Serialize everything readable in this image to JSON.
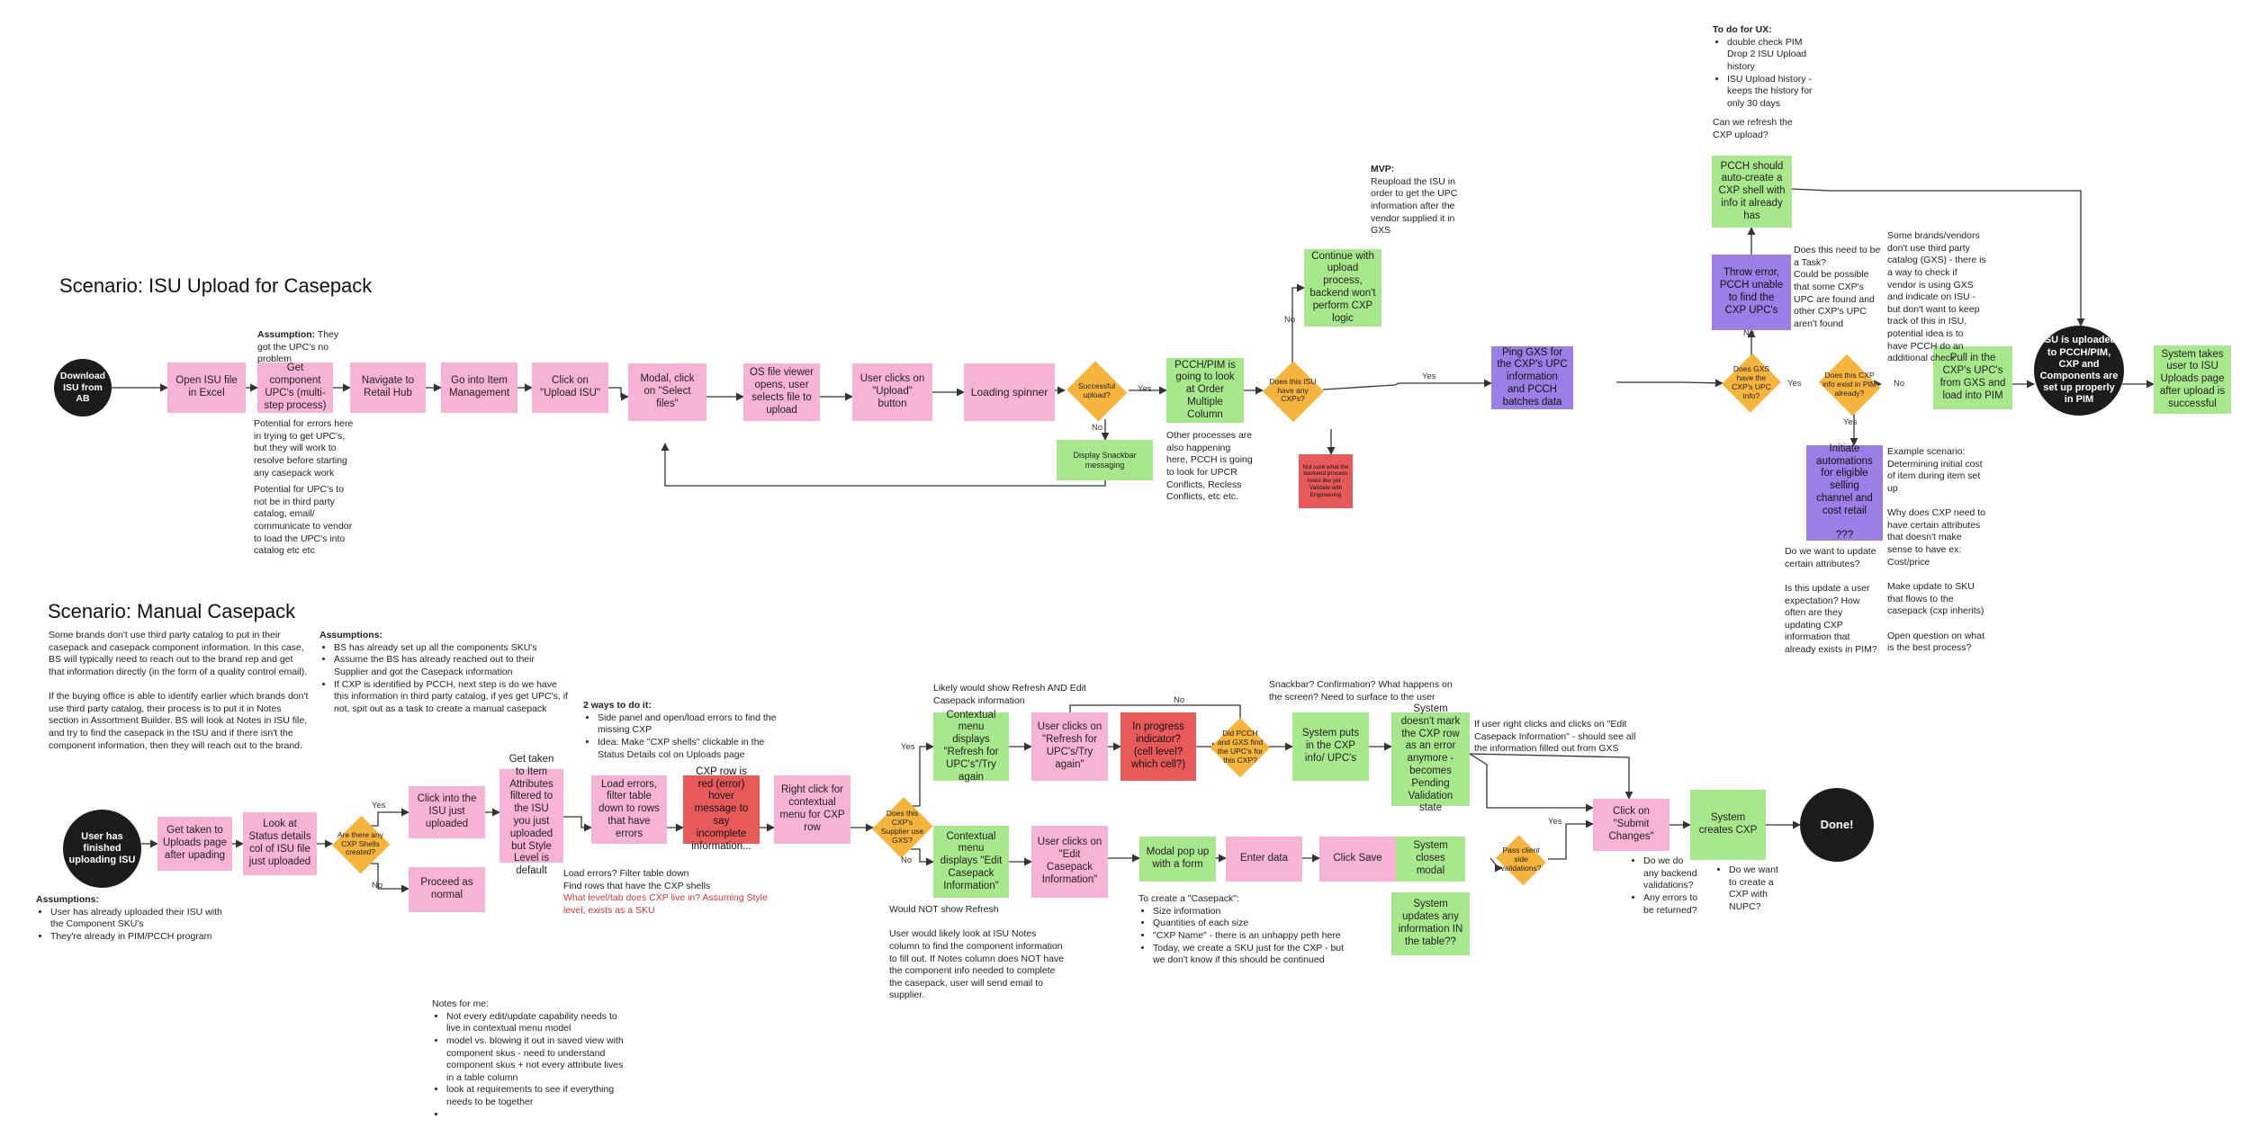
{
  "scenario1": {
    "title": "Scenario: ISU Upload for Casepack",
    "nodes": {
      "download": "Download ISU from AB",
      "open_isu": "Open ISU file in Excel",
      "get_upcs": "Get component UPC's (multi-step process)",
      "retail_hub": "Navigate to Retail Hub",
      "item_mgmt": "Go into Item Management",
      "click_upload": "Click on \"Upload ISU\"",
      "modal_select": "Modal, click on \"Select files\"",
      "os_viewer": "OS file viewer opens, user selects file to upload",
      "click_upload_btn": "User clicks on \"Upload\" button",
      "spinner": "Loading spinner",
      "successful": "Successful upload?",
      "snackbar": "Display Snackbar messaging",
      "pcch_pim": "PCCH/PIM is going to look at Order Multiple Column",
      "have_cxps": "Does this ISU have any CXPs?",
      "not_sure": "Not sure what the backend process looks like yet - Validate with Engineering",
      "continue_upload": "Continue with upload process, backend won't perform CXP logic",
      "ping_gxs": "Ping GXS for the CXP's UPC information and PCCH batches data",
      "gxs_have": "Does GXS have the CXP's UPC info?",
      "throw_error": "Throw error, PCCH unable to find the CXP UPC's",
      "auto_create": "PCCH should auto-create a CXP shell with info it already has",
      "info_exist": "Does this CXP info exist in PIM already?",
      "initiate": "Initiate automations for eligible selling channel and cost retail\n\n???",
      "pull_upcs": "Pull in the CXP's UPC's from GXS and load into PIM",
      "uploaded": "ISU is uploaded to PCCH/PIM, CXP and Components are set up properly in PIM",
      "system_takes": "System takes user to ISU Uploads page after upload is successful"
    },
    "edge_labels": {
      "yes1": "Yes",
      "no1": "No",
      "no2": "No",
      "yes2": "Yes",
      "yes3": "Yes",
      "no3": "No",
      "yes4": "Yes",
      "no4": "No"
    },
    "notes": {
      "assumption_head": "Assumption:",
      "assumption": "They got the UPC's no problem",
      "potential1": "Potential for errors here in trying to get UPC's, but they will work to resolve before starting any casepack work",
      "potential2": "Potential for UPC's to not be in third party catalog, email/ communicate to vendor to load the UPC's into catalog etc etc",
      "other_processes": "Other processes are also happening here, PCCH is going to look for UPCR Conflicts, Recless Conflicts, etc etc.",
      "mvp_head": "MVP:",
      "mvp": "Reupload the ISU in order to get the UPC information after the vendor supplied it in GXS",
      "ux_head": "To do for UX:",
      "ux_items": [
        "double check PIM Drop 2 ISU Upload history",
        "ISU Upload history - keeps the history for only 30 days"
      ],
      "refresh_q": "Can we refresh the CXP upload?",
      "task_q": "Does this need to be a Task?\nCould be possible that some CXP's UPC are found and other CXP's UPC aren't found",
      "some_brands": "Some brands/vendors don't use third party catalog (GXS) - there is a way to check if vendor is using GXS and indicate on ISU - but don't want to keep track of this in ISU, potential idea is to have PCCH do an additional check",
      "update_attrs": "Do we want to update certain attributes?\n\nIs this update a user expectation? How often are they updating CXP information that already exists in PIM?",
      "example": "Example scenario: Determining initial cost of item during item set up\n\nWhy does CXP need to have certain attributes that doesn't make sense to have ex: Cost/price\n\nMake update to SKU that flows to the casepack (cxp inherits)\n\nOpen question on what is the best process?"
    }
  },
  "scenario2": {
    "title": "Scenario: Manual Casepack",
    "nodes": {
      "user_finished": "User has finished uploading ISU",
      "uploads_page": "Get taken to Uploads page after upading",
      "status_details": "Look at Status details col of ISU file just uploaded",
      "any_shells": "Are there any CXP Shells created?",
      "click_into": "Click into the ISU just uploaded",
      "proceed": "Proceed as normal",
      "item_attrs": "Get taken to Item Attributes filtered to the ISU you just uploaded but Style Level is default",
      "load_errors": "Load errors, filter table down to rows that have errors",
      "cxp_red": "CXP row is red (error) hover message to say incomplete information...",
      "right_click": "Right click for contextual menu for CXP row",
      "supplier_gxs": "Does this CXP's Supplier use GXS?",
      "ctx_refresh": "Contextual menu displays \"Refresh for UPC's\"/Try again",
      "clicks_refresh": "User clicks on \"Refresh for UPC's/Try again\"",
      "in_progress": "In progress indicator? (cell level? which cell?)",
      "did_pcch": "Did PCCH and GXS find the UPC's for this CXP?",
      "puts_in": "System puts in the CXP info/ UPC's",
      "not_mark": "System doesn't mark the CXP row as an error anymore - becomes Pending Validation state",
      "ctx_edit": "Contextual menu displays \"Edit Casepack Information\"",
      "clicks_edit": "User clicks on \"Edit Casepack Information\"",
      "modal_form": "Modal pop up with a form",
      "enter_data": "Enter data",
      "click_save": "Click Save",
      "closes_modal": "System closes modal",
      "updates_info": "System updates any information IN the table??",
      "pass_validation": "Pass client side validations?",
      "submit": "Click on \"Submit Changes\"",
      "creates_cxp": "System creates CXP",
      "done": "Done!"
    },
    "edge_labels": {
      "yes1": "Yes",
      "no1": "No",
      "yes2": "Yes",
      "no2": "No",
      "no3": "No",
      "yes3": "Yes"
    },
    "notes": {
      "intro": "Some brands don't use third party catalog to put in their casepack and casepack component information. In this case, BS will typically need to reach out to the brand rep and get that information directly (in the form of a quality control email).\n\nIf the buying office is able to identify earlier which brands don't use third party catalog, their process is to put it in Notes section in Assortment Builder. BS will look at Notes in ISU file, and try to find the casepack in the ISU and if there isn't the component information, then they will reach out to the brand.",
      "assumptions_head": "Assumptions:",
      "assumptions": [
        "BS has already set up all the components SKU's",
        "Assume the BS has already reached out to their Supplier and got the Casepack information",
        "If CXP is identified by PCCH, next step is do we have this information in third party catalog, if yes get UPC's, if not, spit out as a task to create a manual casepack"
      ],
      "two_ways_head": "2 ways to do it:",
      "two_ways": [
        "Side panel and open/load errors to find the missing CXP",
        "Idea: Make \"CXP shells\" clickable in the Status Details col on Uploads page"
      ],
      "load_errors_q": "Load errors? Filter table down\nFind rows that have the CXP shells",
      "red_note": "What level/tab does CXP live in? Assuming Style level, exists as a SKU",
      "likely_show": "Likely would show Refresh AND Edit Casepack information",
      "snackbar_q": "Snackbar? Confirmation? What happens on the screen? Need to surface to the user",
      "right_clicks": "If user right clicks and clicks on \"Edit Casepack Information\" - should see all the information filled out from GXS",
      "would_not": "Would NOT show Refresh\n\nUser would likely look at ISU Notes column to find the component information to fill out. If Notes column does NOT have the component info needed to complete the casepack, user will send email to supplier.",
      "to_create": "To create a \"Casepack\":",
      "to_create_items": [
        "Size information",
        "Quantities of each size",
        "\"CXP Name\" - there is an unhappy peth here",
        "Today, we create a SKU just for the CXP - but we don't know if this should be continued"
      ],
      "backend_items": [
        "Do we do any backend validations?",
        "Any errors to be returned?"
      ],
      "nupc_items": [
        "Do we want to create a CXP with NUPC?"
      ],
      "bottom_assumptions_head": "Assumptions:",
      "bottom_assumptions": [
        "User has already uploaded their ISU with the Component SKU's",
        "They're already in PIM/PCCH program"
      ],
      "notes_for_me_head": "Notes for me:",
      "notes_for_me": [
        "Not every edit/update capability needs to live in contextual menu model",
        "model vs. blowing it out in saved view with component skus - need to understand component skus + not every attribute lives in a table column",
        "look at requirements to see if everything needs to be together",
        ""
      ]
    }
  },
  "colors": {
    "pink": "#f7b3d4",
    "green": "#a8e88c",
    "purple": "#9b7fe6",
    "red": "#e85a5a",
    "orange": "#f6b43c",
    "black": "#1c1c1c"
  }
}
